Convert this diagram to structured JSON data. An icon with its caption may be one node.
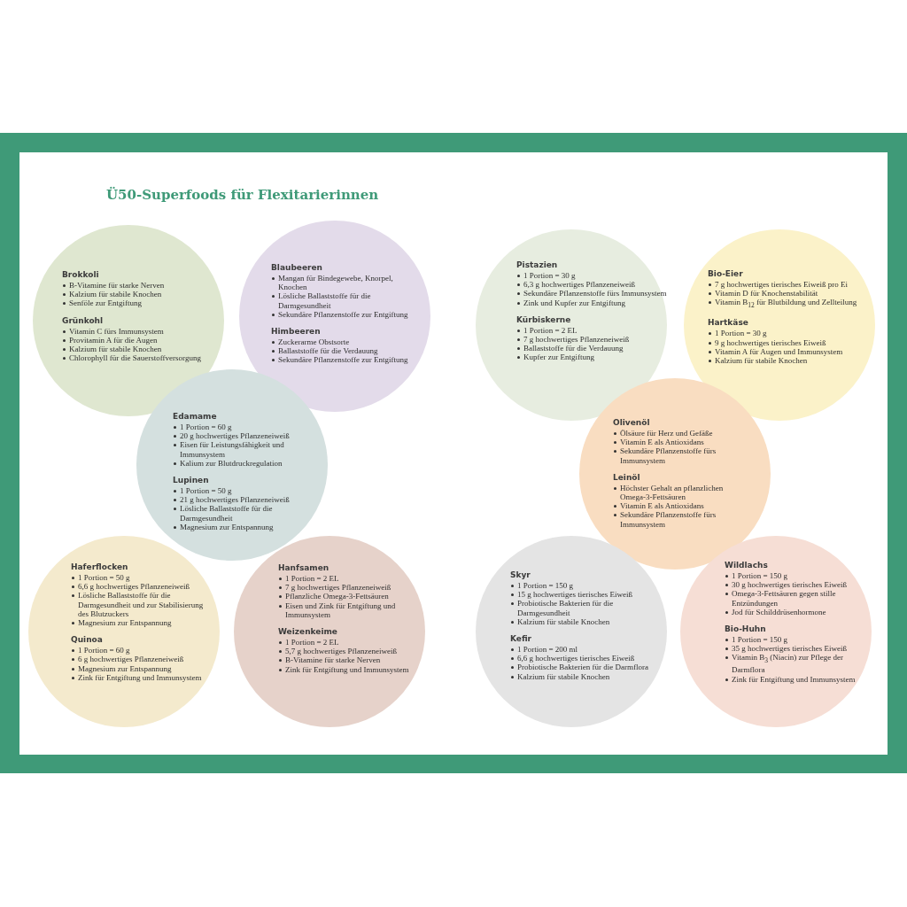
{
  "diagram": {
    "title": "Ü50-Superfoods für Flexitarierinnen",
    "nodes": [
      {
        "text": [
          "Brokkoli",
          "B-Vitamine für starke Nerven",
          "Kalzium für stabile Knochen",
          "Senföle zur Entgiftung",
          "Grünkohl",
          "Vitamin C fürs Immunsystem",
          "Provitamin A für die Augen",
          "Kalzium für stabile Knochen",
          "Chlorophyll für die Sauerstoffversorgung"
        ]
      },
      {
        "text": [
          "Blaubeeren",
          "Mangan für Bindegewebe, Knorpel, Knochen",
          "Lösliche Ballaststoffe für die Darmgesundheit",
          "Sekundäre Pflanzenstoffe zur Entgiftung",
          "Himbeeren",
          "Zuckerarme Obstsorte",
          "Ballaststoffe für die Verdauung",
          "Sekundäre Pflanzenstoffe zur Entgiftung"
        ]
      },
      {
        "text": [
          "Edamame",
          "1 Portion = 60 g",
          "20 g hochwertiges Pflanzeneiweiß",
          "Eisen für Leistungsfähigkeit und Immunsystem",
          "Kalium zur Blutdruckregulation",
          "Lupinen",
          "1 Portion = 50 g",
          "21 g hochwertiges Pflanzeneiweiß",
          "Lösliche Ballaststoffe für die Darmgesundheit",
          "Magnesium zur Entspannung"
        ]
      },
      {
        "text": [
          "Haferflocken",
          "1 Portion = 50 g",
          "6,6 g hochwertiges Pflanzeneiweiß",
          "Lösliche Ballaststoffe für die Darmgesundheit und zur Stabilisierung des Blutzuckers",
          "Magnesium zur Entspannung",
          "Quinoa",
          "1 Portion = 60 g",
          "6 g hochwertiges Pflanzeneiweiß",
          "Magnesium zur Entspannung",
          "Zink für Entgiftung und Immunsystem"
        ]
      },
      {
        "text": [
          "Hanfsamen",
          "1 Portion = 2 EL",
          "7 g hochwertiges Pflanzeneiweiß",
          "Pflanzliche Omega-3-Fettsäuren",
          "Eisen und Zink für Entgiftung und Immunsystem",
          "Weizenkeime",
          "1 Portion = 2 EL",
          "5,7 g hochwertiges Pflanzeneiweiß",
          "B-Vitamine für starke Nerven",
          "Zink für Entgiftung und Immunsystem"
        ]
      },
      {
        "text": [
          "Pistazien",
          "1 Portion = 30 g",
          "6,3 g hochwertiges Pflanzeneiweiß",
          "Sekundäre Pflanzenstoffe fürs Immunsystem",
          "Zink und Kupfer zur Entgiftung",
          "Kürbiskerne",
          "1 Portion = 2 EL",
          "7 g hochwertiges Pflanzeneiweiß",
          "Ballaststoffe für die Verdauung",
          "Kupfer zur Entgiftung"
        ]
      },
      {
        "text": [
          "Bio-Eier",
          "7 g hochwertiges tierisches Eiweiß pro Ei",
          "Vitamin D für Knochenstabilität",
          "Vitamin B$_{12}$ für Blutbildung und Zellteilung",
          "Hartkäse",
          "1 Portion = 30 g",
          "9 g hochwertiges tierisches Eiweiß",
          "Vitamin A für Augen und Immunsystem",
          "Kalzium für stabile Knochen"
        ]
      },
      {
        "text": [
          "Olivenöl",
          "Ölsäure für Herz und Gefäße",
          "Vitamin E als Antioxidans",
          "Sekundäre Pflanzenstoffe fürs Immunsystem",
          "Leinöl",
          "Höchster Gehalt an pflanzlichen Omega-3-Fettsäuren",
          "Vitamin E als Antioxidans",
          "Sekundäre Pflanzenstoffe fürs Immunsystem"
        ]
      },
      {
        "text": [
          "Skyr",
          "1 Portion = 150 g",
          "15 g hochwertiges tierisches Eiweiß",
          "Probiotische Bakterien für die Darmgesundheit",
          "Kalzium für stabile Knochen",
          "Kefir",
          "1 Portion = 200 ml",
          "6,6 g hochwertiges tierisches Eiweiß",
          "Probiotische Bakterien für die Darmflora",
          "Kalzium für stabile Knochen"
        ]
      },
      {
        "text": [
          "Wildlachs",
          "1 Portion = 150 g",
          "30 g hochwertiges tierisches Eiweiß",
          "Omega-3-Fettsäuren gegen stille Entzündungen",
          "Jod für Schilddrüsenhormone",
          "Bio-Huhn",
          "1 Portion = 150 g",
          "35 g hochwertiges tierisches Eiweiß",
          "Vitamin B$_{3}$ (Niacin) zur Pflege der Darmflora",
          "Zink für Entgiftung und Immunsystem"
        ]
      }
    ]
  }
}
